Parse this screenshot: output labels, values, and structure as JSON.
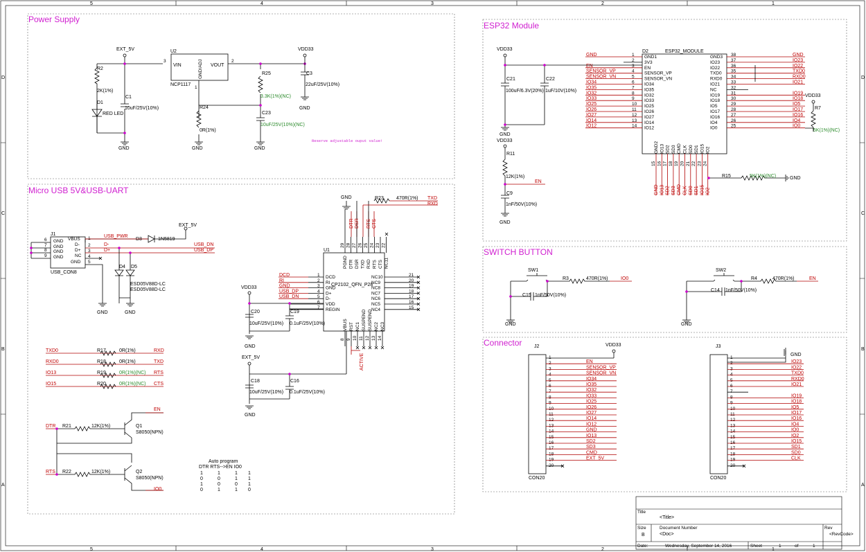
{
  "border": {
    "cols": [
      "5",
      "4",
      "3",
      "2",
      "1"
    ],
    "rows": [
      "D",
      "C",
      "B",
      "A"
    ]
  },
  "sections": {
    "power": "Power Supply",
    "usb": "Micro USB  5V&USB-UART",
    "esp": "ESP32 Module",
    "switch": "SWITCH BUTTON",
    "connector": "Connector"
  },
  "power": {
    "ext5v": "EXT_5V",
    "vdd33": "VDD33",
    "u2": "U2",
    "u2_part": "NCP1117",
    "vin": "VIN",
    "vout": "VOUT",
    "gndadj": "GND/ADJ",
    "pin3": "3",
    "pin2": "2",
    "pin1": "1",
    "r2": "R2",
    "r2v": "2K(1%)",
    "d1": "D1",
    "d1v": "RED LED",
    "c1": "C1",
    "c1v": "10uF/25V(10%)",
    "r24": "R24",
    "r24v": "0R(1%)",
    "r25": "R25",
    "r25v": "3.3K(1%)(NC)",
    "c23": "C23",
    "c23v": "10uF/25V(10%)(NC)",
    "c3": "C3",
    "c3v": "22uF/25V(10%)",
    "gnd": "GND",
    "note": "Reserve adjustable ouput value!"
  },
  "usb": {
    "j1": "J1",
    "j1_part": "USB_CON8",
    "j1_pins": [
      "GND",
      "GND",
      "GND",
      "GND",
      "VBUS",
      "D-",
      "D+",
      "NC",
      "GND"
    ],
    "j1_nums": [
      "6",
      "7",
      "8",
      "9",
      "1",
      "2",
      "3",
      "4",
      "5"
    ],
    "usb_pwr": "USB_PWR",
    "d3": "D3",
    "d3v": "1N5819",
    "ext5v": "EXT_5V",
    "dminus": "D-",
    "dplus": "D+",
    "usb_dn": "USB_DN",
    "usb_dp": "USB_DP",
    "d4": "D4",
    "d5": "D5",
    "esd": "ESD05V88D-LC",
    "u1": "U1",
    "u1_part": "CP2102_QFN_P28",
    "u1_left": [
      "DCD",
      "RI",
      "GND",
      "D+",
      "D-",
      "VDD",
      "REGIN"
    ],
    "u1_left_nums": [
      "1",
      "2",
      "3",
      "4",
      "5",
      "6",
      "7"
    ],
    "u1_left_nets": [
      "DCD",
      "RI",
      "GND",
      "USB_DP",
      "USB_DN",
      "",
      ""
    ],
    "u1_right": [
      "NC10",
      "NC9",
      "NC8",
      "NC7",
      "NC6",
      "NC5",
      "NC4"
    ],
    "u1_right_nums": [
      "21",
      "20",
      "19",
      "18",
      "17",
      "16",
      "15"
    ],
    "u1_top": [
      "PGND",
      "DTR",
      "DSR",
      "TXD",
      "RXD",
      "RTS",
      "CTS",
      "NC11"
    ],
    "u1_top_nums": [
      "29",
      "28",
      "27",
      "26",
      "25",
      "24",
      "23",
      "22"
    ],
    "u1_bot": [
      "VBUS",
      "RST",
      "NC1",
      "SUSPEND",
      "SUSPEND",
      "NC2",
      "NC3"
    ],
    "u1_bot_nums": [
      "8",
      "9",
      "10",
      "11",
      "12",
      "13",
      "14"
    ],
    "top_nets": [
      "DTR",
      "DSR",
      "RTS",
      "CTS"
    ],
    "r23": "R23",
    "r23v": "470R(1%)",
    "txd": "TXD",
    "rxd": "RXD",
    "vdd33": "VDD33",
    "c20": "C20",
    "c20v": "10uF/25V(10%)",
    "c19": "C19",
    "c19v": "0.1uF/25V(10%)",
    "c18": "C18",
    "c18v": "10uF/25V(10%)",
    "c16": "C16",
    "c16v": "0.1uF/25V(10%)",
    "active": "ACTIVE",
    "gnd": "GND",
    "rrows": [
      {
        "l": "TXD0",
        "r": "R17",
        "v": "0R(1%)",
        "n": "RXD",
        "g": false
      },
      {
        "l": "RXD0",
        "r": "R18",
        "v": "0R(1%)",
        "n": "TXD",
        "g": false
      },
      {
        "l": "IO13",
        "r": "R19",
        "v": "0R(1%)(NC)",
        "n": "RTS",
        "g": true
      },
      {
        "l": "IO15",
        "r": "R20",
        "v": "0R(1%)(NC)",
        "n": "CTS",
        "g": true
      }
    ],
    "dtr": "DTR",
    "rts": "RTS",
    "r21": "R21",
    "r21v": "12K(1%)",
    "r22": "R22",
    "r22v": "12K(1%)",
    "q1": "Q1",
    "q2": "Q2",
    "qv": "S8050(NPN)",
    "en": "EN",
    "io0": "IO0",
    "auto_title": "Auto program",
    "auto_head": "DTR  RTS-->EN  IO0",
    "auto_rows": [
      [
        "1",
        "1",
        "1",
        "1"
      ],
      [
        "0",
        "0",
        "1",
        "1"
      ],
      [
        "1",
        "0",
        "0",
        "1"
      ],
      [
        "0",
        "1",
        "1",
        "0"
      ]
    ]
  },
  "esp": {
    "d2": "D2",
    "part": "ESP32_MODULE",
    "left_pins": [
      "GND1",
      "3V3",
      "EN",
      "SENSOR_VP",
      "SENSOR_VN",
      "IO34",
      "IO35",
      "IO32",
      "IO33",
      "IO25",
      "IO26",
      "IO27",
      "IO14",
      "IO12"
    ],
    "left_nums": [
      "1",
      "2",
      "3",
      "4",
      "5",
      "6",
      "7",
      "8",
      "9",
      "10",
      "11",
      "12",
      "13",
      "14"
    ],
    "left_nets": [
      "GND",
      "",
      "EN",
      "SENSOR_VP",
      "SENSOR_VN",
      "IO34",
      "IO35",
      "IO32",
      "IO33",
      "IO25",
      "IO26",
      "IO27",
      "IO14",
      "IO12"
    ],
    "right_pins": [
      "GND3",
      "IO23",
      "IO22",
      "TXD0",
      "RXD0",
      "IO21",
      "NC",
      "IO19",
      "IO18",
      "IO5",
      "IO17",
      "IO16",
      "IO4",
      "IO0"
    ],
    "right_nums": [
      "38",
      "37",
      "36",
      "35",
      "34",
      "33",
      "32",
      "31",
      "30",
      "29",
      "28",
      "27",
      "26",
      "25"
    ],
    "right_nets": [
      "GND",
      "IO23",
      "IO22",
      "TXD0",
      "RXD0",
      "IO21",
      "",
      "IO19",
      "IO18",
      "IO5",
      "IO17",
      "IO16",
      "IO4",
      "IO0"
    ],
    "bot_pins": [
      "GND2",
      "IO13",
      "SD2",
      "SD3",
      "CMD",
      "CLK",
      "SD0",
      "SD1",
      "IO15",
      "IO2"
    ],
    "bot_nums": [
      "15",
      "16",
      "17",
      "18",
      "19",
      "20",
      "21",
      "22",
      "23",
      "24"
    ],
    "bot_nets": [
      "GND",
      "IO13",
      "SD2",
      "SD3",
      "CMD",
      "CLK",
      "SD0",
      "SD1",
      "IO15",
      "IO2"
    ],
    "vdd33": "VDD33",
    "c21": "C21",
    "c21v": "100uF/6.3V(20%)",
    "c22": "C22",
    "c22v": "1uF/10V(10%)",
    "r7": "R7",
    "r7v": "5K(1%)(NC)",
    "r11": "R11",
    "r11v": "12K(1%)",
    "en": "EN",
    "c9": "C9",
    "c9v": "1nF/50V(10%)",
    "r15": "R15",
    "r15v": "5K(1%)(NC)",
    "gnd": "GND"
  },
  "sw": {
    "sw1": "SW1",
    "sw2": "SW2",
    "r3": "R3",
    "r3v": "470R(1%)",
    "io0": "IO0",
    "r4": "R4",
    "r4v": "470R(1%)",
    "en": "EN",
    "c15": "C15",
    "c15v": "1nF/50V(10%)",
    "c14": "C14",
    "c14v": "1nF/50V(10%)",
    "gnd": "GND"
  },
  "conn": {
    "j2": "J2",
    "j3": "J3",
    "part": "CON20",
    "vdd33": "VDD33",
    "gnd": "GND",
    "nums": [
      "1",
      "2",
      "3",
      "4",
      "5",
      "6",
      "7",
      "8",
      "9",
      "10",
      "11",
      "12",
      "13",
      "14",
      "15",
      "16",
      "17",
      "18",
      "19",
      "20"
    ],
    "j2_nets": [
      "",
      "EN",
      "SENSOR_VP",
      "SENSOR_VN",
      "IO34",
      "IO35",
      "IO32",
      "IO33",
      "IO25",
      "IO26",
      "IO27",
      "IO14",
      "IO12",
      "GND",
      "IO13",
      "SD2",
      "SD3",
      "CMD",
      "EXT_5V",
      ""
    ],
    "j3_nets": [
      "",
      "IO23",
      "IO22",
      "TXD0",
      "RXD0",
      "IO21",
      "",
      "IO19",
      "IO18",
      "IO5",
      "IO17",
      "IO16",
      "IO4",
      "IO0",
      "IO2",
      "IO15",
      "SD1",
      "SD0",
      "CLK",
      ""
    ]
  },
  "title_block": {
    "title_lbl": "Title",
    "title": "<Title>",
    "size_lbl": "Size",
    "size": "B",
    "docnum_lbl": "Document  Number",
    "docnum": "<Doc>",
    "rev_lbl": "Rev",
    "rev": "<RevCode>",
    "date_lbl": "Date:",
    "date": "Wednesday, September 14, 2016",
    "sheet_lbl": "Sheet",
    "sheet": "1",
    "of_lbl": "of",
    "of": "1"
  }
}
